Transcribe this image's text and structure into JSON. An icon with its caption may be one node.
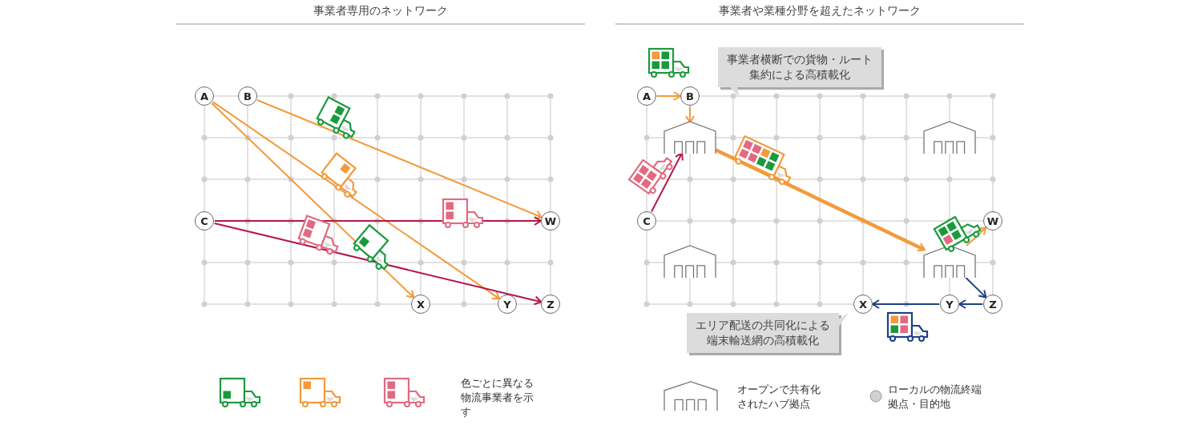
{
  "diagram": {
    "nodes": [
      {
        "text": [
          "A"
        ]
      },
      {
        "text": [
          "B"
        ]
      },
      {
        "text": [
          "C"
        ]
      },
      {
        "text": [
          "W"
        ]
      },
      {
        "text": [
          "X"
        ]
      },
      {
        "text": [
          "Y"
        ]
      },
      {
        "text": [
          "Z"
        ]
      },
      {
        "text": [
          "A"
        ]
      },
      {
        "text": [
          "B"
        ]
      },
      {
        "text": [
          "C"
        ]
      },
      {
        "text": [
          "W"
        ]
      },
      {
        "text": [
          "X"
        ]
      },
      {
        "text": [
          "Y"
        ]
      },
      {
        "text": [
          "Z"
        ]
      },
      {
        "text": [],
        "shape": "warehouse"
      },
      {
        "text": [],
        "shape": "warehouse"
      },
      {
        "text": [],
        "shape": "warehouse"
      },
      {
        "text": [],
        "shape": "warehouse"
      },
      {
        "text": [
          "事業者横断での貨物・ルート集約による高積載化"
        ]
      },
      {
        "text": [
          "エリア配送の共同化による端末輸送網の高積載化"
        ]
      }
    ],
    "edges": [
      {
        "from": 1,
        "to": 3,
        "arrow": "to"
      },
      {
        "from": 0,
        "to": 4,
        "arrow": "to"
      },
      {
        "from": 0,
        "to": 5,
        "arrow": "to"
      },
      {
        "from": 2,
        "to": 3,
        "arrow": "to",
        "color": "#b5174e"
      },
      {
        "from": 2,
        "to": 6,
        "arrow": "to",
        "color": "#b5174e"
      },
      {
        "from": 7,
        "to": 8,
        "arrow": "to"
      },
      {
        "from": 8,
        "to": 14,
        "arrow": "to"
      },
      {
        "from": 9,
        "to": 14,
        "arrow": "to",
        "color": "#b5174e"
      },
      {
        "from": 14,
        "to": 17,
        "arrow": "to",
        "style": "thick"
      },
      {
        "from": 17,
        "to": 10,
        "arrow": "to"
      },
      {
        "from": 17,
        "to": 13,
        "arrow": "to",
        "color": "#1f3f86"
      },
      {
        "from": 13,
        "to": 12,
        "arrow": "to",
        "color": "#1f3f86"
      },
      {
        "from": 12,
        "to": 11,
        "arrow": "to",
        "color": "#1f3f86"
      }
    ],
    "labels": [
      "事業者専用のネットワーク",
      "事業者や業種分野を超えたネットワーク"
    ],
    "legend": [
      {
        "text": "色ごとに異なる物流事業者を示す"
      },
      {
        "text": "オープンで共有化されたハブ拠点"
      },
      {
        "text": "ローカルの物流終端拠点・目的地"
      }
    ]
  }
}
